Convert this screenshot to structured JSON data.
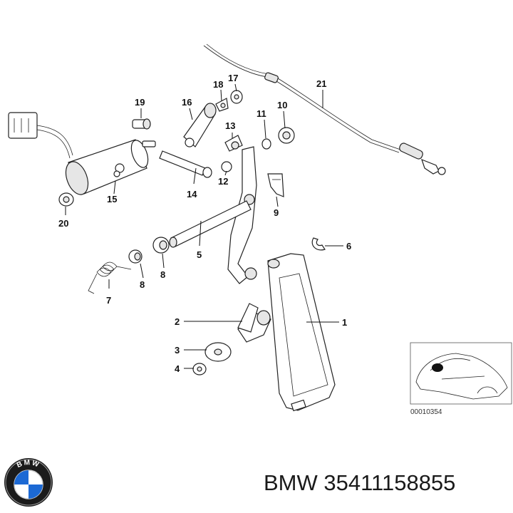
{
  "callouts": [
    "1",
    "2",
    "3",
    "4",
    "5",
    "6",
    "7",
    "8",
    "8",
    "9",
    "10",
    "11",
    "12",
    "13",
    "14",
    "15",
    "16",
    "17",
    "18",
    "19",
    "20",
    "21"
  ],
  "reference_code": "00010354",
  "logo_text": "BMW",
  "caption": "BMW 35411158855"
}
